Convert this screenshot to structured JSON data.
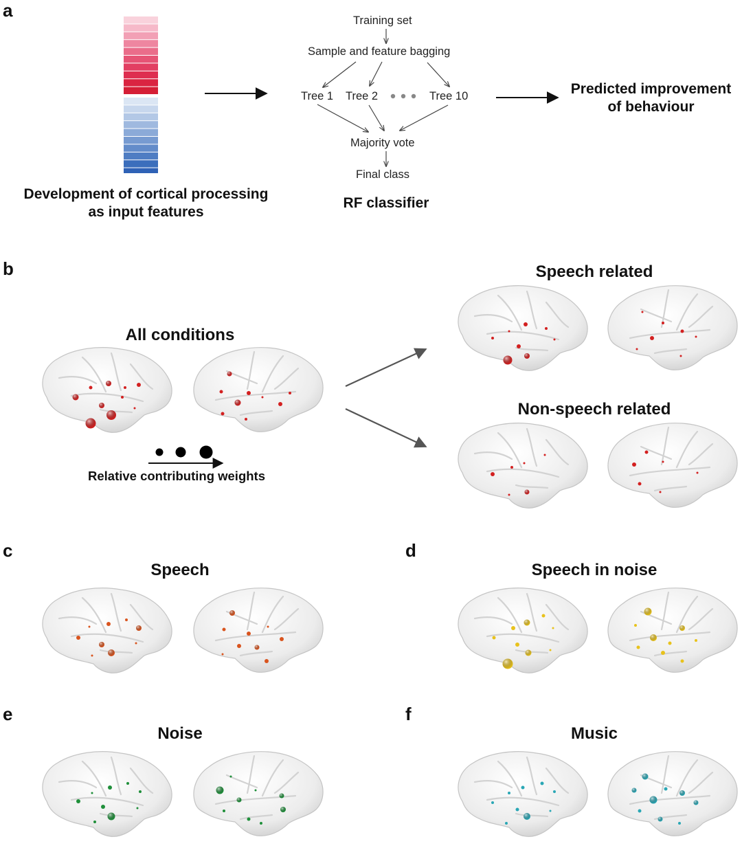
{
  "panels": {
    "a": {
      "label": "a",
      "input_caption_line1": "Development of cortical processing",
      "input_caption_line2": "as input features",
      "bar_colors": [
        "#f9d2dc",
        "#f6b9c9",
        "#f2a0b5",
        "#ee86a0",
        "#ea6d8a",
        "#e65475",
        "#e23f62",
        "#de2e50",
        "#da2441",
        "#d51f36",
        "#dbe6f4",
        "#c7d7ed",
        "#b3c8e6",
        "#9fb9df",
        "#8baad8",
        "#779bd1",
        "#638cca",
        "#4f7dc3",
        "#3b6ebc",
        "#2f62b6"
      ],
      "classifier": {
        "training_set": "Training set",
        "bagging": "Sample and feature bagging",
        "tree1": "Tree 1",
        "tree2": "Tree 2",
        "tree10": "Tree 10",
        "majority_vote": "Majority vote",
        "final_class": "Final class",
        "caption": "RF classifier"
      },
      "output_line1": "Predicted improvement",
      "output_line2": "of behaviour"
    },
    "b": {
      "label": "b",
      "title_all": "All conditions",
      "title_speech_related": "Speech related",
      "title_nonspeech_related": "Non-speech related",
      "legend_caption": "Relative contributing weights"
    },
    "c": {
      "label": "c",
      "title": "Speech",
      "color": "#d9541e"
    },
    "d": {
      "label": "d",
      "title": "Speech in noise",
      "color": "#e8c21c"
    },
    "e": {
      "label": "e",
      "title": "Noise",
      "color": "#1f8f3a"
    },
    "f": {
      "label": "f",
      "title": "Music",
      "color": "#2aa7b5"
    }
  },
  "colors": {
    "red_node": "#d32020",
    "arrow_gray": "#555555"
  }
}
